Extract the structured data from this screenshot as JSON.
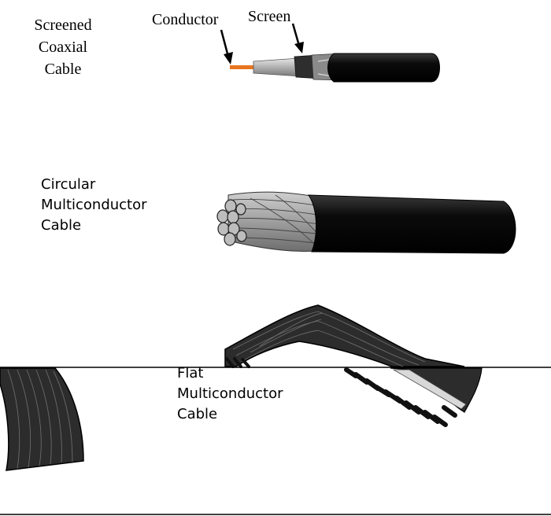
{
  "labels": {
    "coax_title": [
      "Screened",
      "Coaxial",
      "Cable"
    ],
    "conductor": "Conductor",
    "screen": "Screen",
    "circular_title": [
      "Circular",
      "Multiconductor",
      "Cable"
    ],
    "flat_title": [
      "Flat",
      "Multiconductor",
      "Cable"
    ]
  },
  "colors": {
    "jacket": "#0b0b0b",
    "strand": "#9a9a9a",
    "conductor": "#e8741f",
    "dielectric": "#b8b8b8",
    "screen": "#3a3a3a",
    "ribbon": "#2c2c2c"
  }
}
